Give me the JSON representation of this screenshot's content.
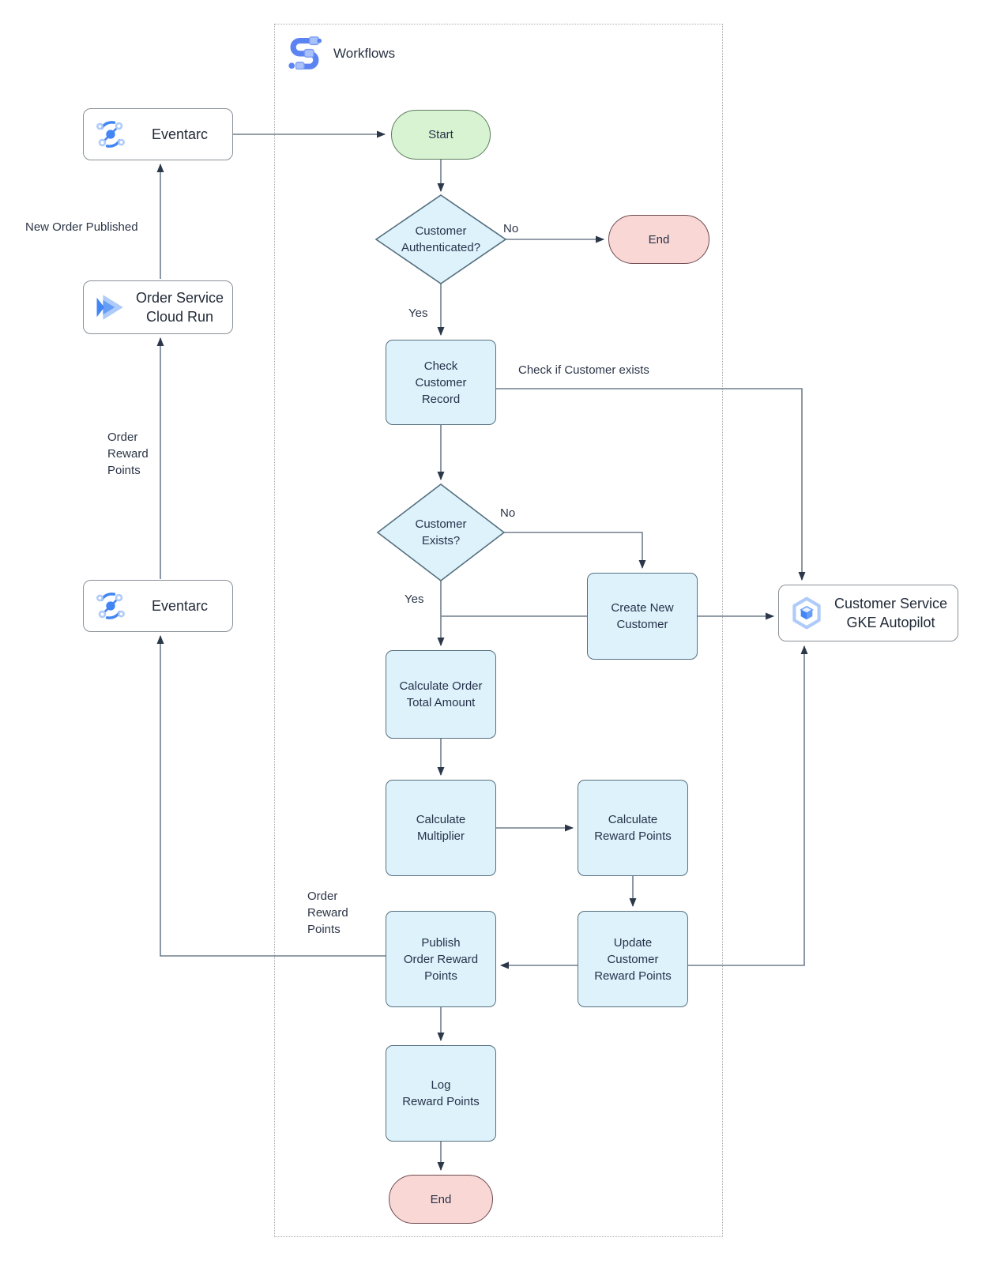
{
  "header": {
    "title": "Workflows"
  },
  "colors": {
    "process_fill": "#ddf2fb",
    "process_border": "#56707f",
    "start_fill": "#d7f3d1",
    "start_border": "#5d7d5f",
    "end_fill": "#f8d7d5",
    "end_border": "#6e4a50",
    "service_border": "#8a9096",
    "line": "#707e8c",
    "arrow": "#2c3849",
    "node_text": "#27324a",
    "label_text": "#2b3547",
    "icon_blue": "#4285f4",
    "icon_light_blue": "#aecbfa"
  },
  "services": {
    "eventarc_top": {
      "label": "Eventarc"
    },
    "order_service": {
      "label": "Order Service\nCloud Run"
    },
    "eventarc_bottom": {
      "label": "Eventarc"
    },
    "customer_service": {
      "label": "Customer Service\nGKE Autopilot"
    }
  },
  "nodes": {
    "start": {
      "label": "Start"
    },
    "auth_decision": {
      "label": "Customer\nAuthenticated?"
    },
    "end_top": {
      "label": "End"
    },
    "check_customer_record": {
      "label": "Check\nCustomer\nRecord"
    },
    "customer_exists_decision": {
      "label": "Customer\nExists?"
    },
    "create_new_customer": {
      "label": "Create New\nCustomer"
    },
    "calculate_order_total": {
      "label": "Calculate Order\nTotal Amount"
    },
    "calculate_multiplier": {
      "label": "Calculate\nMultiplier"
    },
    "calculate_reward_points": {
      "label": "Calculate\nReward Points"
    },
    "update_customer_reward_points": {
      "label": "Update\nCustomer\nReward Points"
    },
    "publish_order_reward_points": {
      "label": "Publish\nOrder Reward\nPoints"
    },
    "log_reward_points": {
      "label": "Log\nReward Points"
    },
    "end_bottom": {
      "label": "End"
    }
  },
  "edge_labels": {
    "new_order_published": "New Order Published",
    "order_reward_points_up": "Order\nReward\nPoints",
    "auth_no": "No",
    "auth_yes": "Yes",
    "check_if_customer_exists": "Check if Customer exists",
    "exists_no": "No",
    "exists_yes": "Yes",
    "order_reward_points_out": "Order\nReward\nPoints"
  }
}
